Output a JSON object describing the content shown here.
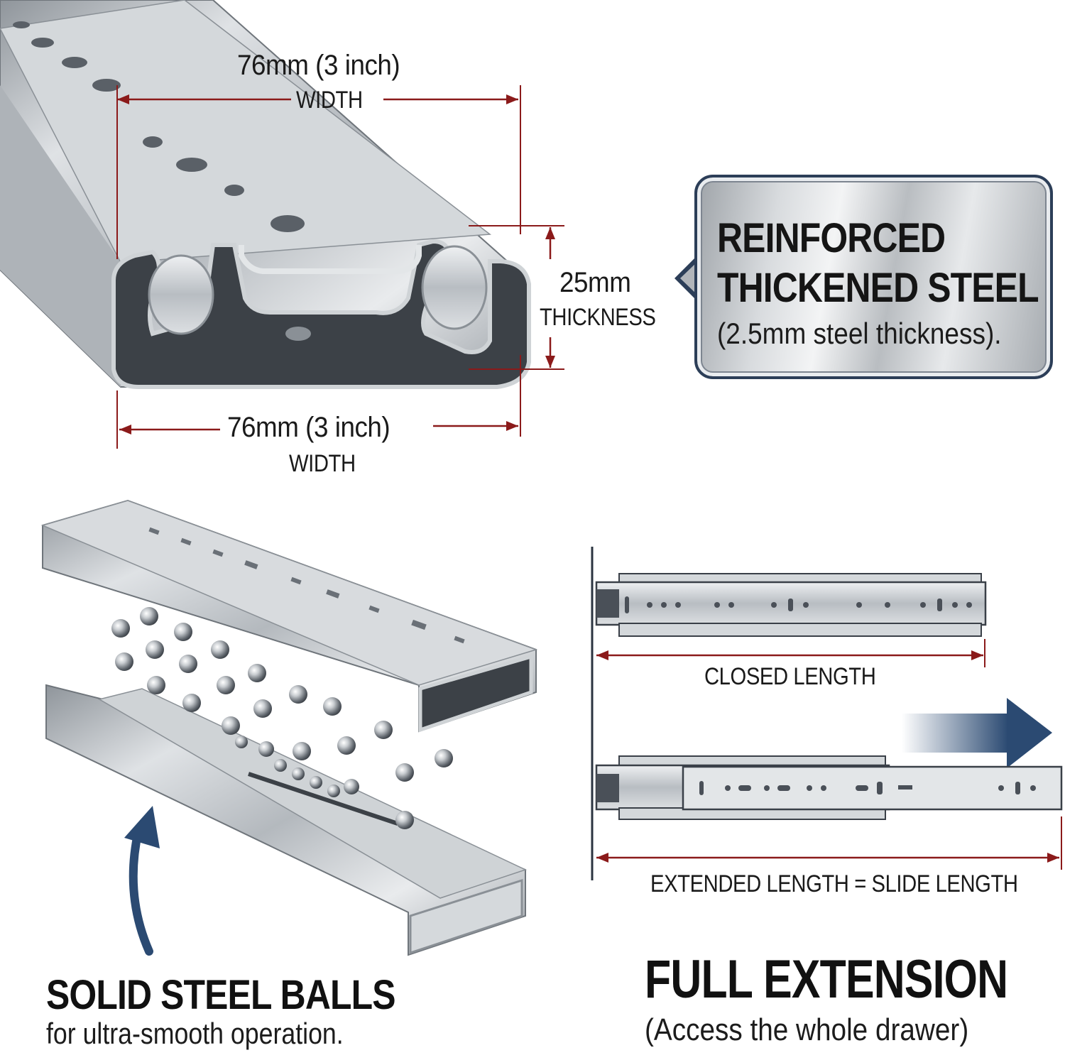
{
  "top_dimensions": {
    "width_top": "76mm (3 inch)",
    "width_top_sub": "WIDTH",
    "thickness": "25mm",
    "thickness_sub": "THICKNESS",
    "width_bottom": "76mm (3 inch)",
    "width_bottom_sub": "WIDTH"
  },
  "badge": {
    "line1": "REINFORCED",
    "line2": "THICKENED STEEL",
    "line3": "(2.5mm steel thickness)."
  },
  "length_diagram": {
    "closed_label": "CLOSED LENGTH",
    "extended_label": "EXTENDED LENGTH = SLIDE LENGTH"
  },
  "features": {
    "balls_title": "SOLID STEEL BALLS",
    "balls_sub": "for ultra-smooth operation.",
    "extension_title": "FULL EXTENSION",
    "extension_sub": "(Access the whole drawer)"
  },
  "colors": {
    "dimension_line": "#8b1a1a",
    "badge_border": "#2c3e58",
    "arrow_blue": "#2b4a72",
    "steel": "#c3c7cb"
  }
}
